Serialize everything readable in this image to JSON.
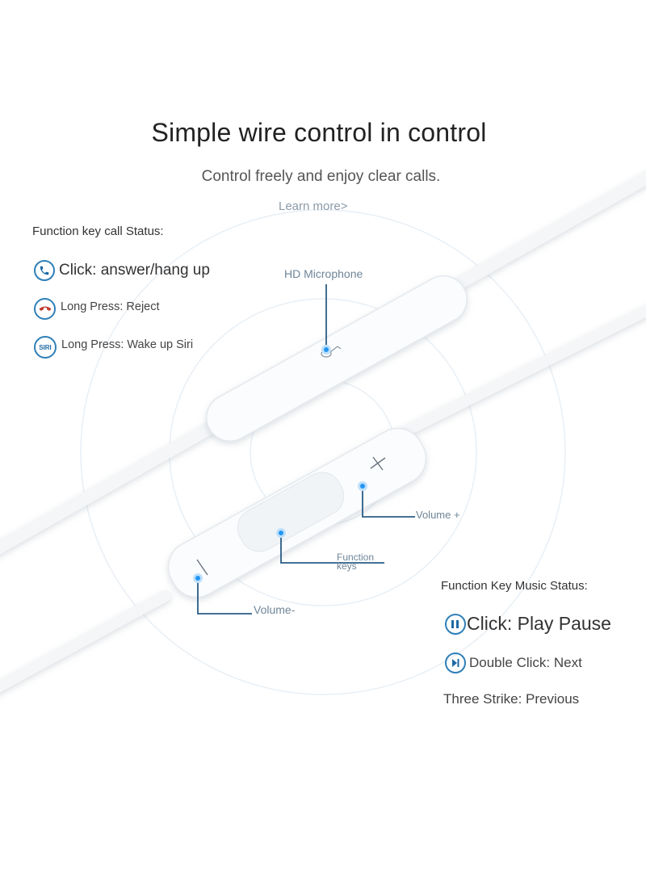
{
  "header": {
    "title": "Simple wire control in control",
    "subtitle": "Control freely and enjoy clear calls.",
    "learn_more": "Learn more>"
  },
  "call_status": {
    "heading": "Function key call Status:",
    "items": [
      {
        "icon": "phone-icon",
        "label": "Click: answer/hang up"
      },
      {
        "icon": "hang-up-icon",
        "label": "Long Press: Reject"
      },
      {
        "icon": "siri-icon",
        "icon_text": "SIRI",
        "label": "Long Press: Wake up Siri"
      }
    ]
  },
  "callouts": {
    "microphone": "HD Microphone",
    "volume_plus": "Volume +",
    "function_keys": "Function keys",
    "volume_minus": "Volume-"
  },
  "music_status": {
    "heading": "Function Key Music Status:",
    "items": [
      {
        "icon": "play-pause-icon",
        "label": "Click: Play Pause"
      },
      {
        "icon": "next-track-icon",
        "label": "Double Click: Next"
      },
      {
        "label": "Three Strike: Previous"
      }
    ]
  },
  "colors": {
    "accent": "#1e6aa5",
    "callout_line": "#2a5d86",
    "callout_dot": "#2196f3",
    "ring": "#e6eef5"
  }
}
